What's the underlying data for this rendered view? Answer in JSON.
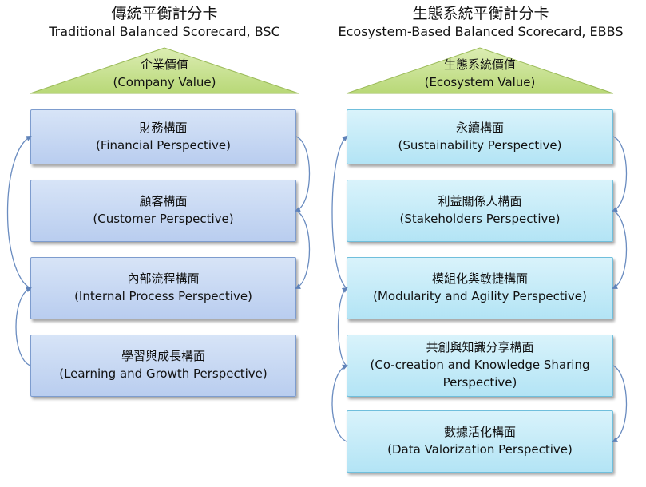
{
  "left": {
    "title_zh": "傳統平衡計分卡",
    "title_en": "Traditional Balanced Scorecard, BSC",
    "roof_zh": "企業價值",
    "roof_en": "(Company Value)",
    "boxes": [
      {
        "zh": "財務構面",
        "en": "(Financial Perspective)"
      },
      {
        "zh": "顧客構面",
        "en": "(Customer Perspective)"
      },
      {
        "zh": "內部流程構面",
        "en": "(Internal Process Perspective)"
      },
      {
        "zh": "學習與成長構面",
        "en": "(Learning and Growth Perspective)"
      }
    ]
  },
  "right": {
    "title_zh": "生態系統平衡計分卡",
    "title_en": "Ecosystem-Based Balanced Scorecard, EBBS",
    "roof_zh": "生態系統價值",
    "roof_en": "(Ecosystem Value)",
    "boxes": [
      {
        "zh": "永續構面",
        "en": "(Sustainability Perspective)"
      },
      {
        "zh": "利益關係人構面",
        "en": "(Stakeholders Perspective)"
      },
      {
        "zh": "模組化與敏捷構面",
        "en": "(Modularity and Agility Perspective)"
      },
      {
        "zh": "共創與知識分享構面",
        "en": "(Co-creation and Knowledge Sharing",
        "en2": "Perspective)"
      },
      {
        "zh": "數據活化構面",
        "en": "(Data Valorization Perspective)"
      }
    ]
  },
  "colors": {
    "roof": "#c5e08a",
    "arrow": "#5f82b8"
  }
}
